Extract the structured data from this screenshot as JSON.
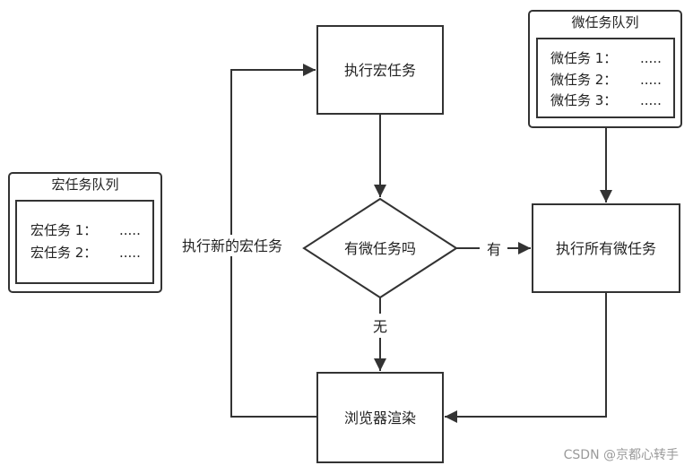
{
  "macro_queue": {
    "title": "宏任务队列",
    "items": [
      {
        "label": "宏任务 1：",
        "value": "....."
      },
      {
        "label": "宏任务 2：",
        "value": "....."
      }
    ]
  },
  "micro_queue": {
    "title": "微任务队列",
    "items": [
      {
        "label": "微任务 1：",
        "value": "....."
      },
      {
        "label": "微任务 2：",
        "value": "....."
      },
      {
        "label": "微任务 3：",
        "value": "....."
      }
    ]
  },
  "nodes": {
    "exec_macro": "执行宏任务",
    "has_micro": "有微任务吗",
    "exec_all_micro": "执行所有微任务",
    "render": "浏览器渲染"
  },
  "edges": {
    "yes": "有",
    "no": "无",
    "loop": "执行新的宏任务"
  },
  "watermark": "CSDN @京都心转手"
}
